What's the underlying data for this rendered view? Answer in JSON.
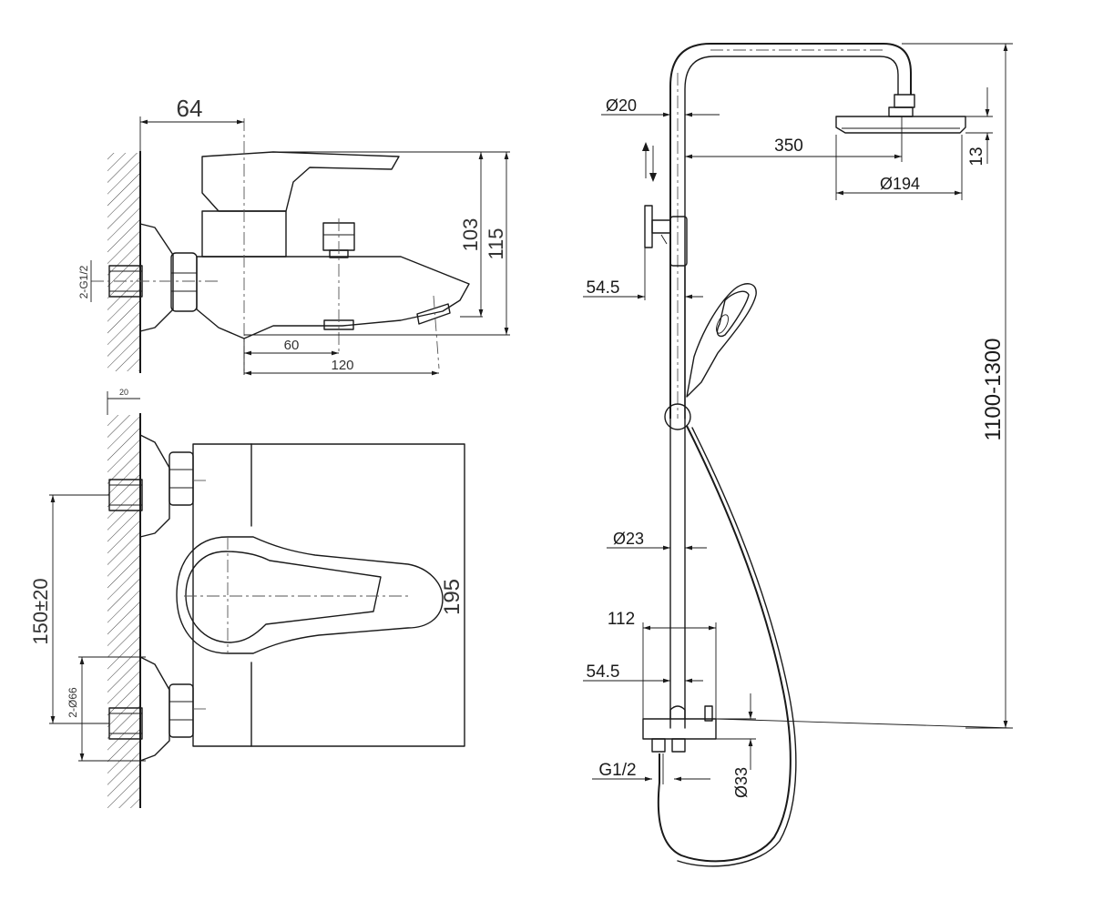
{
  "side_view": {
    "dim_width_wall": "64",
    "dim_height_spout": "103",
    "dim_height_total": "115",
    "dim_inlet_thread": "2-G1/2",
    "dim_handle_offset": "60",
    "dim_spout_reach": "120"
  },
  "top_view": {
    "dim_escutcheon": "20",
    "dim_centres": "150±20",
    "dim_escutcheon_dia": "2-Ø66",
    "dim_body_depth": "195"
  },
  "shower_column": {
    "dim_arm_tube": "Ø20",
    "dim_arm_reach": "350",
    "dim_head_height": "13",
    "dim_head_dia": "Ø194",
    "dim_holder_offset": "54.5",
    "dim_column_height": "1100-1300",
    "dim_riser_dia": "Ø23",
    "dim_mixer_width": "112",
    "dim_mixer_offset": "54.5",
    "dim_outlet_thread": "G1/2",
    "dim_bar_dia": "Ø33"
  }
}
